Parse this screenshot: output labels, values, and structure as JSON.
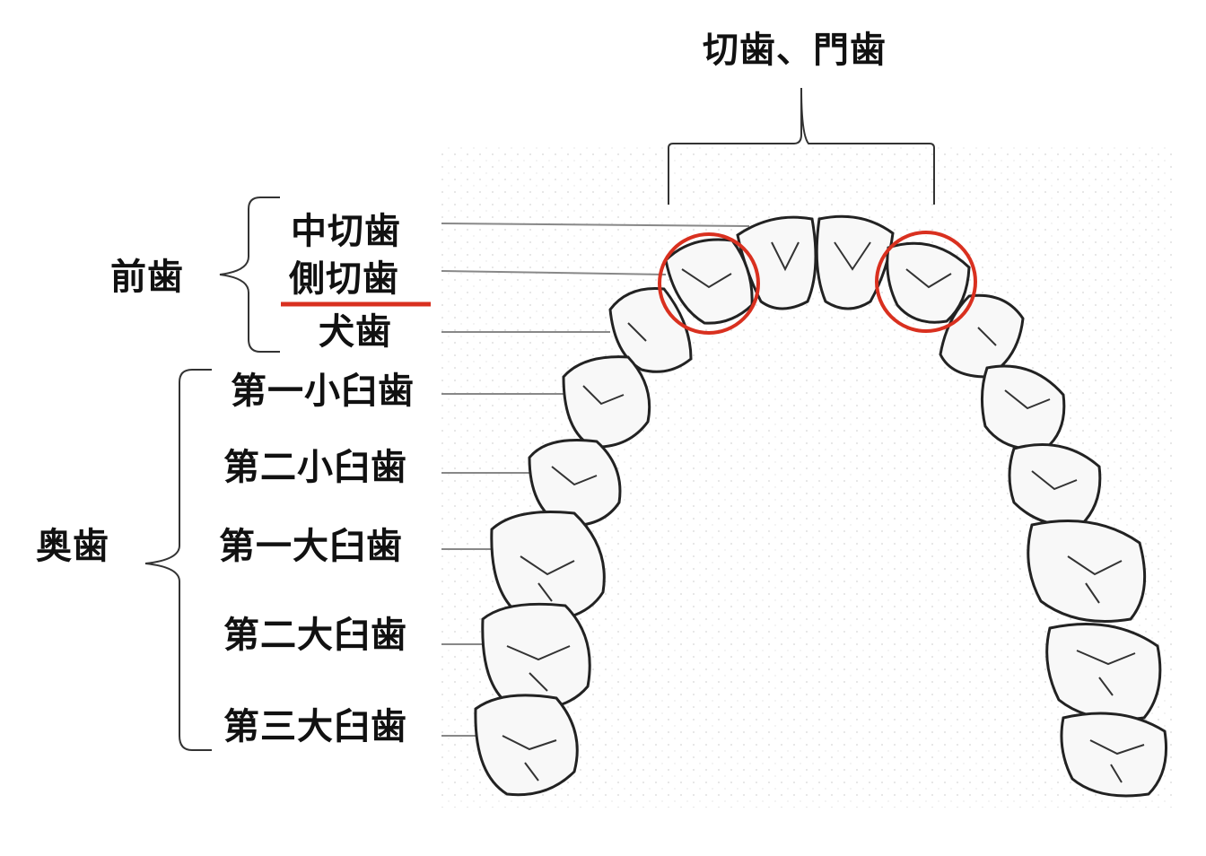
{
  "top_label": "切歯、門歯",
  "groups": {
    "anterior": "前歯",
    "posterior": "奥歯"
  },
  "teeth": [
    "中切歯",
    "側切歯",
    "犬歯",
    "第一小臼歯",
    "第二小臼歯",
    "第一大臼歯",
    "第二大臼歯",
    "第三大臼歯"
  ],
  "highlight": {
    "color": "#d9301f",
    "underlined_tooth": "側切歯",
    "circled": "lateral incisors (both sides)"
  }
}
